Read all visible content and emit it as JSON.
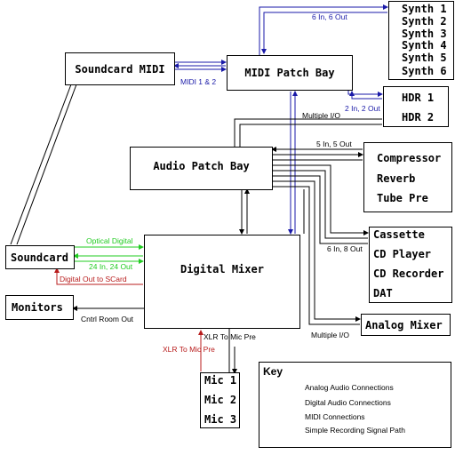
{
  "colors": {
    "analog": "#000000",
    "digital": "#22cc22",
    "midi": "#1a1aa8",
    "recording": "#b81c1c"
  },
  "nodes": {
    "soundcard_midi": "Soundcard MIDI",
    "midi_patch_bay": "MIDI Patch Bay",
    "synths": [
      "Synth 1",
      "Synth 2",
      "Synth 3",
      "Synth 4",
      "Synth 5",
      "Synth 6"
    ],
    "hdrs": [
      "HDR 1",
      "HDR 2"
    ],
    "audio_patch_bay": "Audio Patch Bay",
    "effects": [
      "Compressor",
      "Reverb",
      "Tube Pre"
    ],
    "players": [
      "Cassette",
      "CD Player",
      "CD Recorder",
      "DAT"
    ],
    "soundcard": "Soundcard",
    "digital_mixer": "Digital Mixer",
    "monitors": "Monitors",
    "analog_mixer": "Analog Mixer",
    "mics": [
      "Mic 1",
      "Mic 2",
      "Mic 3"
    ]
  },
  "edge_labels": {
    "synth_io": "6 In, 6 Out",
    "midi_link": "MIDI 1 & 2",
    "hdr_io": "2 In, 2 Out",
    "multiple_io_top": "Multiple I/O",
    "effects_io": "5 In, 5 Out",
    "players_io": "6 In, 8 Out",
    "optical": "Optical Digital",
    "mixer_io": "24 In, 24 Out",
    "digital_out": "Digital Out to SCard",
    "control_room": "Cntrl Room Out",
    "multiple_io_bottom": "Multiple I/O",
    "xlr_black": "XLR To Mic Pre",
    "xlr_red": "XLR To Mic Pre"
  },
  "key": {
    "title": "Key",
    "entries": [
      {
        "label": "Analog Audio Connections",
        "color": "#000000"
      },
      {
        "label": "Digital Audio Connections",
        "color": "#22cc22"
      },
      {
        "label": "MIDI Connections",
        "color": "#1a1aa8"
      },
      {
        "label": "Simple Recording Signal Path",
        "color": "#b81c1c"
      }
    ]
  }
}
